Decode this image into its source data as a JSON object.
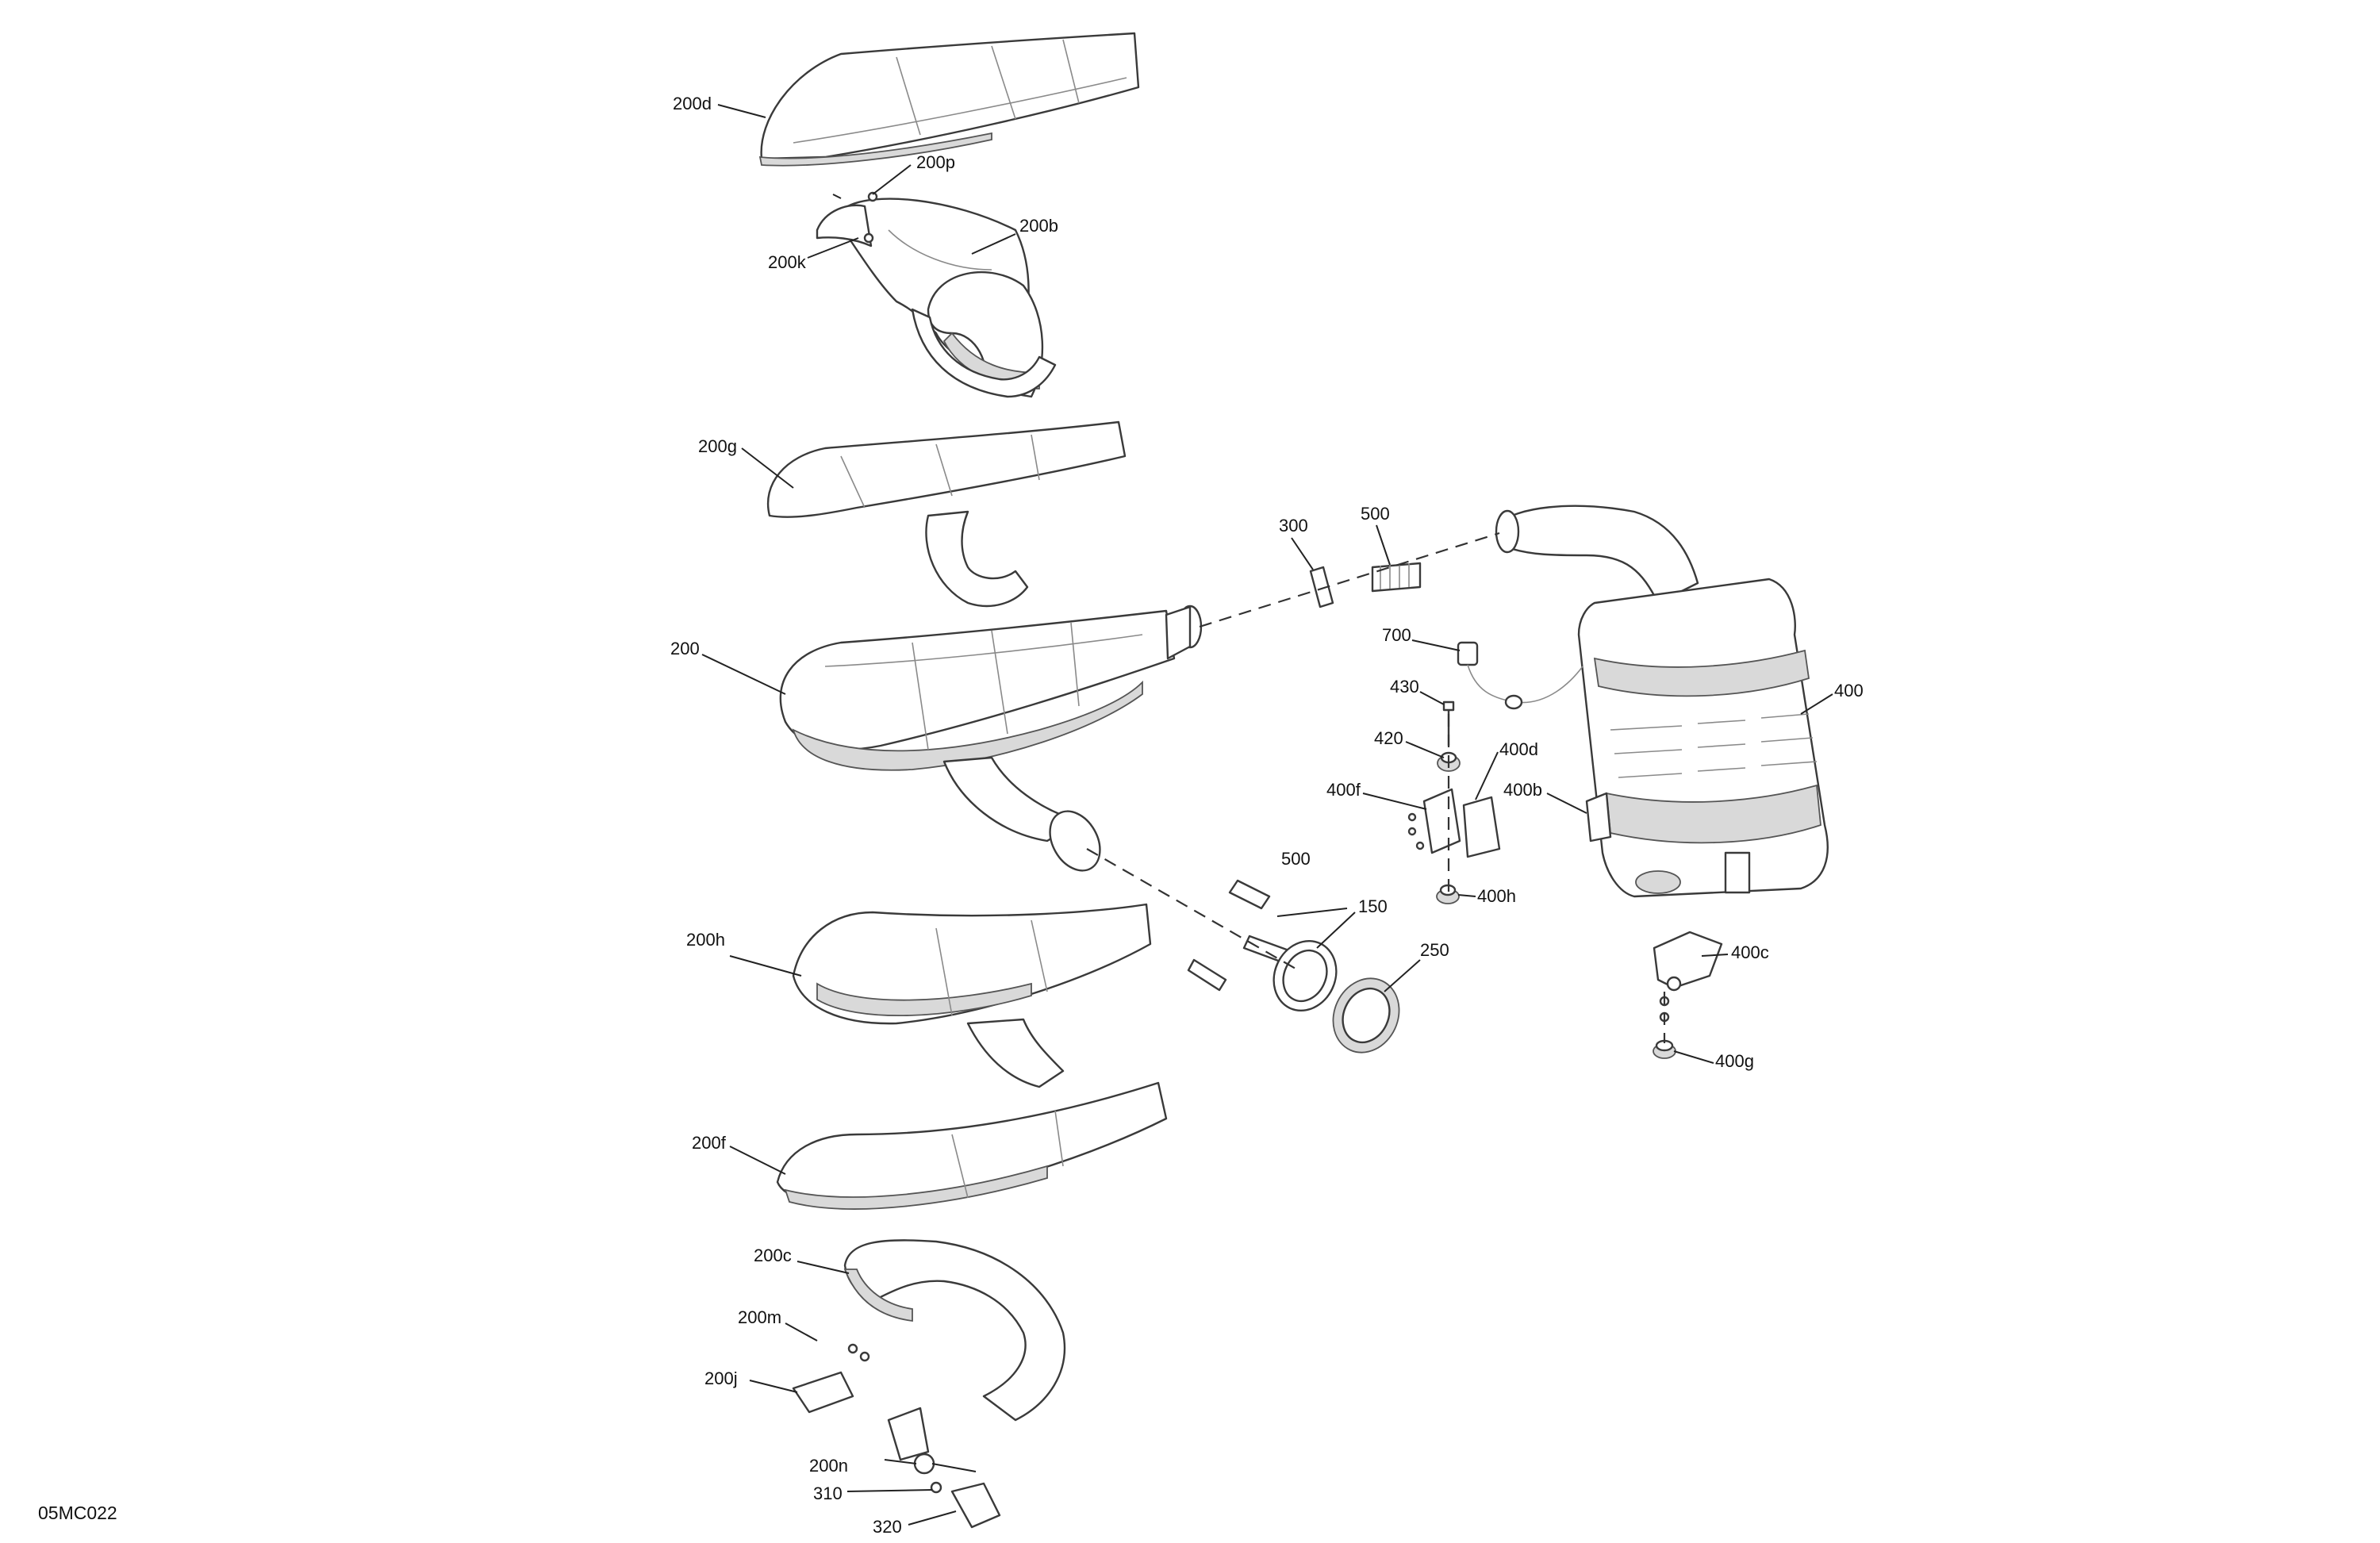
{
  "diagram_code": "05MC022",
  "labels": {
    "200d": "200d",
    "200p": "200p",
    "200b": "200b",
    "200k": "200k",
    "200g": "200g",
    "200": "200",
    "300": "300",
    "500a": "500",
    "500b": "500",
    "700": "700",
    "430": "430",
    "420": "420",
    "400d": "400d",
    "400f": "400f",
    "400b": "400b",
    "400h": "400h",
    "400": "400",
    "400c": "400c",
    "400g": "400g",
    "150": "150",
    "250": "250",
    "200h": "200h",
    "200f": "200f",
    "200c": "200c",
    "200m": "200m",
    "200j": "200j",
    "200n": "200n",
    "310": "310",
    "320": "320"
  }
}
